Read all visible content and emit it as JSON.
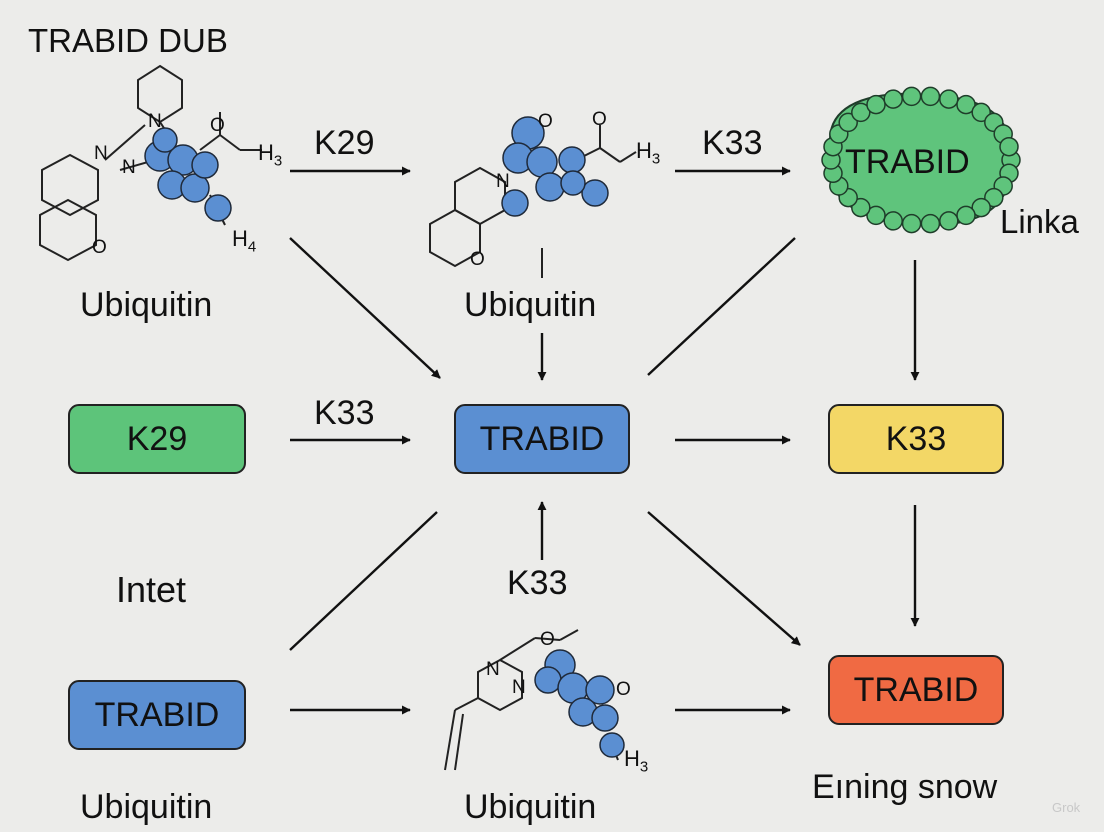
{
  "diagram": {
    "title": "TRABID DUB",
    "molecule_labels": {
      "top_left": "Ubiquitin",
      "top_middle": "Ubiquitin",
      "bottom_left": "Ubiquitin",
      "bottom_middle": "Ubiquitin"
    },
    "edge_labels": {
      "top_left_to_top_middle": "K29",
      "top_middle_to_cluster": "K33",
      "k29_to_center": "K33",
      "bottom_middle_to_center": "K33"
    },
    "nodes": {
      "cluster": {
        "label": "TRABID",
        "color": "#5fc47c"
      },
      "k29": {
        "label": "K29",
        "color": "#5dc47a"
      },
      "center": {
        "label": "TRABID",
        "color": "#5b8fd2"
      },
      "k33": {
        "label": "K33",
        "color": "#f3d766"
      },
      "bottom_left": {
        "label": "TRABID",
        "color": "#5b8fd2"
      },
      "bottom_right": {
        "label": "TRABID",
        "color": "#f06a43"
      }
    },
    "side_labels": {
      "linka": "Linka",
      "intet": "Intet",
      "ending": "Eıning snow"
    },
    "molecule_text": {
      "h3": "H",
      "h3_sub": "3",
      "h4": "H",
      "h4_sub": "4",
      "n": "N",
      "o": "O"
    },
    "atom_color": "#5b8fd2",
    "watermark": "Grok"
  }
}
